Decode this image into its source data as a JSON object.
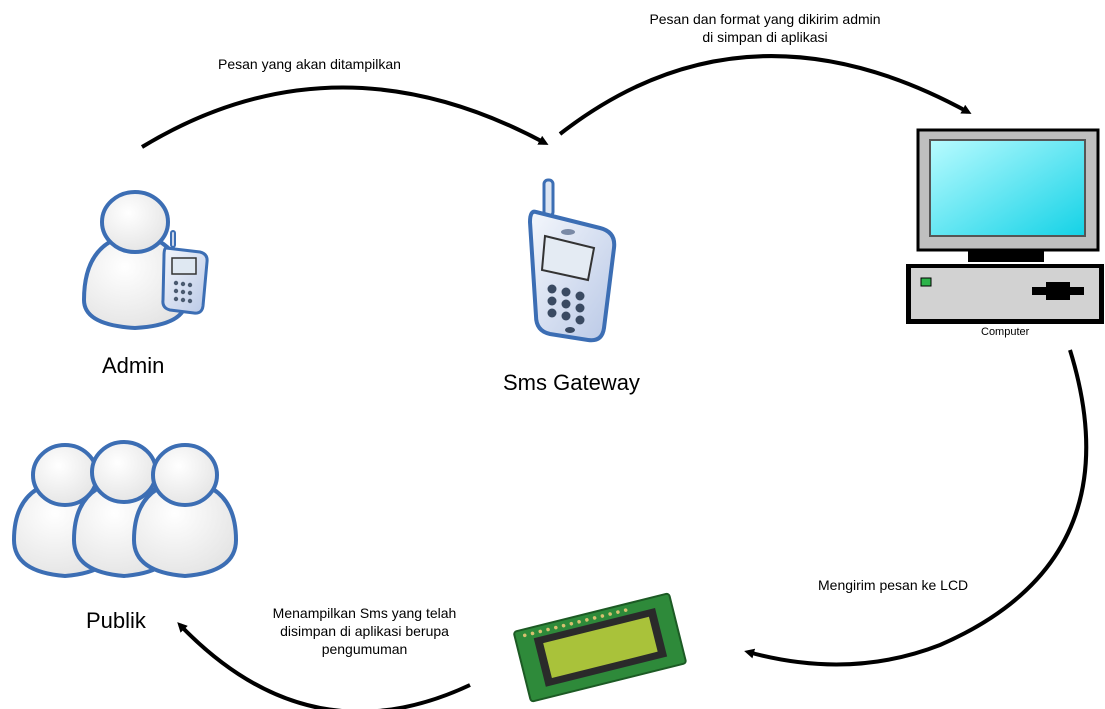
{
  "nodes": {
    "admin": {
      "label": "Admin"
    },
    "sms_gateway": {
      "label": "Sms Gateway"
    },
    "computer": {
      "label": "Computer"
    },
    "publik": {
      "label": "Publik"
    }
  },
  "edges": {
    "admin_to_gateway": "Pesan yang akan ditampilkan",
    "gateway_to_computer": [
      "Pesan dan format yang dikirim admin",
      "di simpan di aplikasi"
    ],
    "computer_to_lcd": "Mengirim pesan ke LCD",
    "lcd_to_publik": [
      "Menampilkan Sms yang telah",
      "disimpan di aplikasi berupa",
      "pengumuman"
    ]
  },
  "colors": {
    "person_outline": "#3c6eb4",
    "screen_cyan": "#1ee6f0",
    "lcd_board": "#2e8a3a",
    "lcd_screen": "#a9c23a"
  }
}
